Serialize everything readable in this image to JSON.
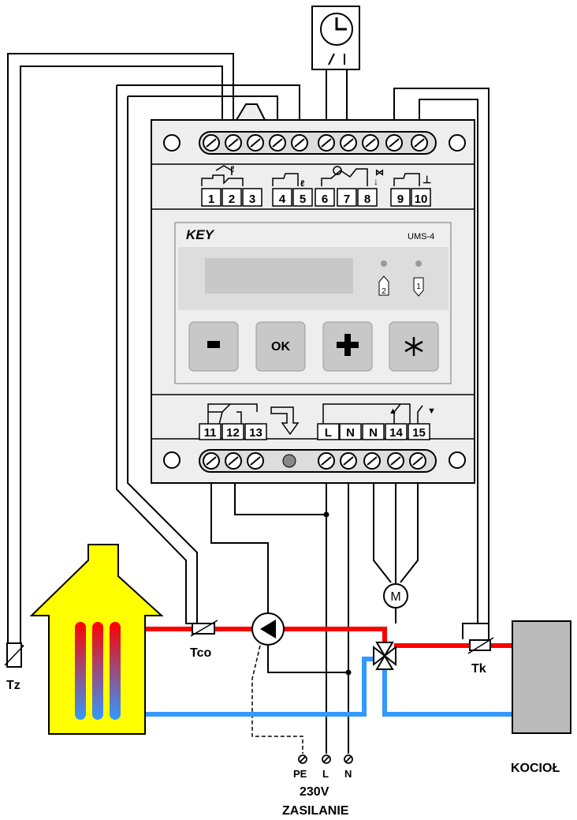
{
  "device": {
    "brand": "KEY",
    "model": "UMS-4",
    "buttons": {
      "minus": "–",
      "ok": "OK",
      "plus": "+",
      "star": "✱"
    },
    "led_labels": [
      "2",
      "1"
    ]
  },
  "terminals": {
    "top": [
      "1",
      "2",
      "3",
      "4",
      "5",
      "6",
      "7",
      "8",
      "9",
      "10"
    ],
    "bottom_left": [
      "11",
      "12",
      "13"
    ],
    "bottom_right": [
      "L",
      "N",
      "N",
      "14",
      "15"
    ]
  },
  "sensors": {
    "room": "Tz",
    "heating": "Tco",
    "boiler_sensor": "Tk"
  },
  "motor_label": "M",
  "boiler_label": "KOCIOŁ",
  "power": {
    "pe": "PE",
    "l": "L",
    "n": "N",
    "voltage": "230V",
    "caption": "ZASILANIE"
  },
  "colors": {
    "hot_pipe": "#ff0000",
    "cold_pipe": "#3399ff",
    "house": "#ffff00",
    "device_body": "#eeeeee",
    "boiler": "#bbbbbb"
  },
  "icons": [
    "clock-icon",
    "pump-icon",
    "mixing-valve-icon",
    "motor-icon",
    "thermistor-icon",
    "radiator-icon",
    "house-icon"
  ]
}
